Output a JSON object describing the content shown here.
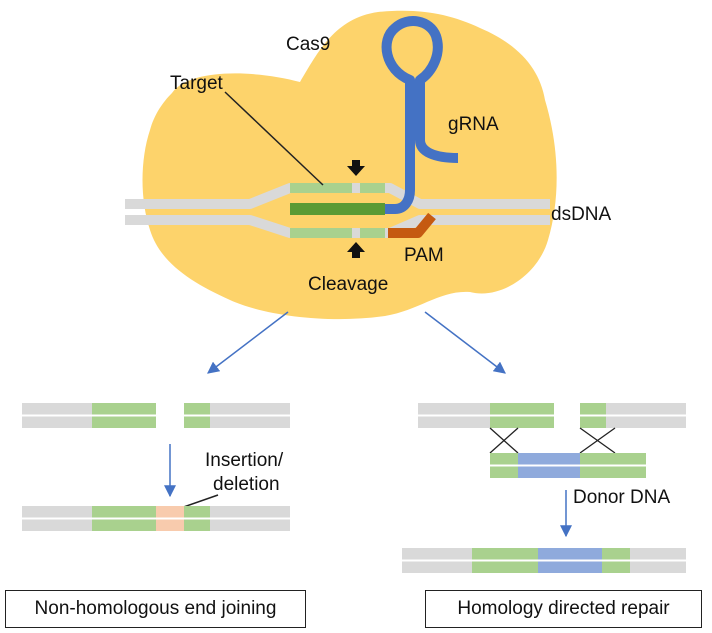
{
  "labels": {
    "cas9": "Cas9",
    "target": "Target",
    "grna": "gRNA",
    "dsdna": "dsDNA",
    "pam": "PAM",
    "cleavage": "Cleavage",
    "insertion_line1": "Insertion/",
    "insertion_line2": "deletion",
    "donor_dna": "Donor DNA"
  },
  "pathways": {
    "nhej": "Non-homologous end joining",
    "hdr": "Homology directed repair"
  },
  "colors": {
    "cas9_blob": "#fdd36b",
    "dna_strand": "#d9d9d9",
    "target_light": "#a9d18e",
    "target_dark": "#5a9a34",
    "grna": "#4472c4",
    "pam": "#c55a11",
    "indel": "#f8cbad",
    "donor": "#8faadc",
    "arrow": "#4472c4"
  }
}
